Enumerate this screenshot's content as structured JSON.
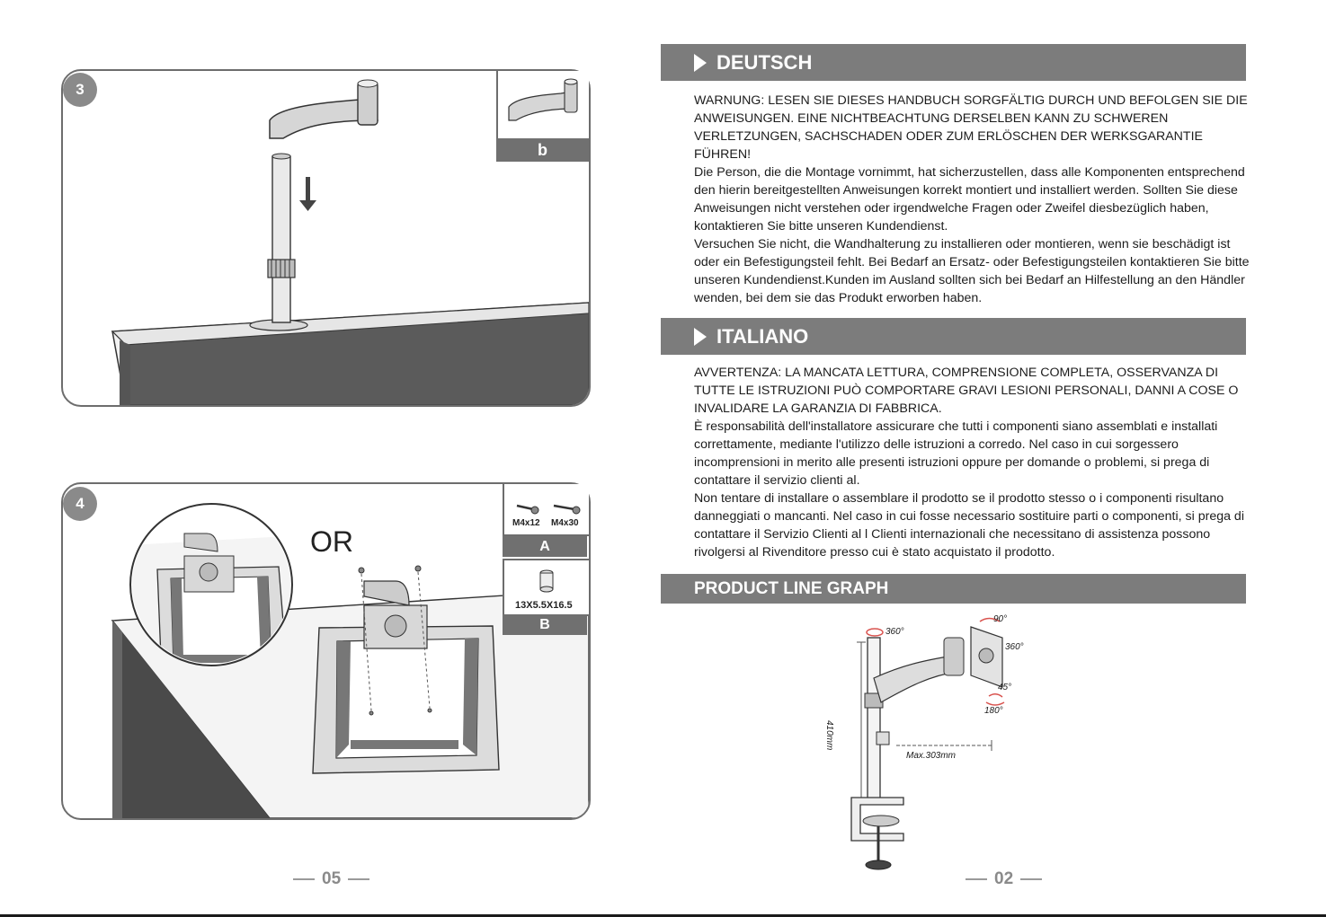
{
  "left_page": {
    "step3": {
      "badge": "3",
      "detail_label": "b"
    },
    "step4": {
      "badge": "4",
      "or_text": "OR",
      "screws": [
        "M4x12",
        "M4x30"
      ],
      "screws_label": "A",
      "spacer": "13X5.5X16.5",
      "spacer_label": "B"
    },
    "page_number": "05"
  },
  "right_page": {
    "deutsch": {
      "title": "DEUTSCH",
      "warning": "WARNUNG: LESEN SIE DIESES HANDBUCH SORGFÄLTIG DURCH UND BEFOLGEN SIE DIE ANWEISUNGEN. EINE NICHTBEACHTUNG DERSELBEN KANN ZU SCHWEREN VERLETZUNGEN, SACHSCHADEN ODER ZUM ERLÖSCHEN DER WERKSGARANTIE FÜHREN!",
      "p1": "Die Person, die die Montage vornimmt, hat sicherzustellen, dass alle Komponenten entsprechend den hierin bereitgestellten Anweisungen korrekt montiert und installiert werden. Sollten Sie diese Anweisungen nicht verstehen oder irgendwelche Fragen oder Zweifel diesbezüglich haben, kontaktieren Sie bitte unseren Kundendienst.",
      "p2": "Versuchen Sie nicht, die Wandhalterung zu installieren oder montieren, wenn sie beschädigt ist oder ein Befestigungsteil fehlt.  Bei Bedarf an Ersatz- oder Befestigungsteilen kontaktieren Sie bitte unseren Kundendienst.Kunden im Ausland sollten sich bei Bedarf an Hilfestellung an den Händler wenden, bei dem sie das Produkt erworben haben."
    },
    "italiano": {
      "title": "ITALIANO",
      "warning": "AVVERTENZA: LA MANCATA LETTURA, COMPRENSIONE COMPLETA, OSSERVANZA DI TUTTE LE ISTRUZIONI PUÒ COMPORTARE GRAVI LESIONI PERSONALI, DANNI A COSE O INVALIDARE LA GARANZIA DI FABBRICA.",
      "p1": "È responsabilità dell'installatore assicurare che tutti i componenti siano assemblati e installati correttamente, mediante l'utilizzo delle istruzioni a corredo.  Nel caso in cui sorgessero incomprensioni in merito alle presenti istruzioni oppure per domande o problemi, si prega di contattare il servizio clienti al.",
      "p2": "Non tentare di installare o assemblare il prodotto se il prodotto stesso o i componenti risultano danneggiati o mancanti.  Nel caso in cui fosse necessario sostituire parti o componenti, si prega di contattare il Servizio Clienti al l Clienti internazionali che necessitano di assistenza possono rivolgersi al Rivenditore presso cui è stato acquistato il prodotto."
    },
    "product_graph": {
      "title": "PRODUCT LINE GRAPH",
      "rot_top": "360°",
      "tilt": "90°",
      "rot_plate": "360°",
      "swivel": "45°",
      "swivel2": "180°",
      "height": "410mm",
      "reach": "Max.303mm"
    },
    "page_number": "02"
  },
  "colors": {
    "section_bar": "#7c7c7c",
    "badge": "#8a8a8a",
    "frame": "#6d6d6d",
    "rotation_arrow": "#d9534f"
  }
}
